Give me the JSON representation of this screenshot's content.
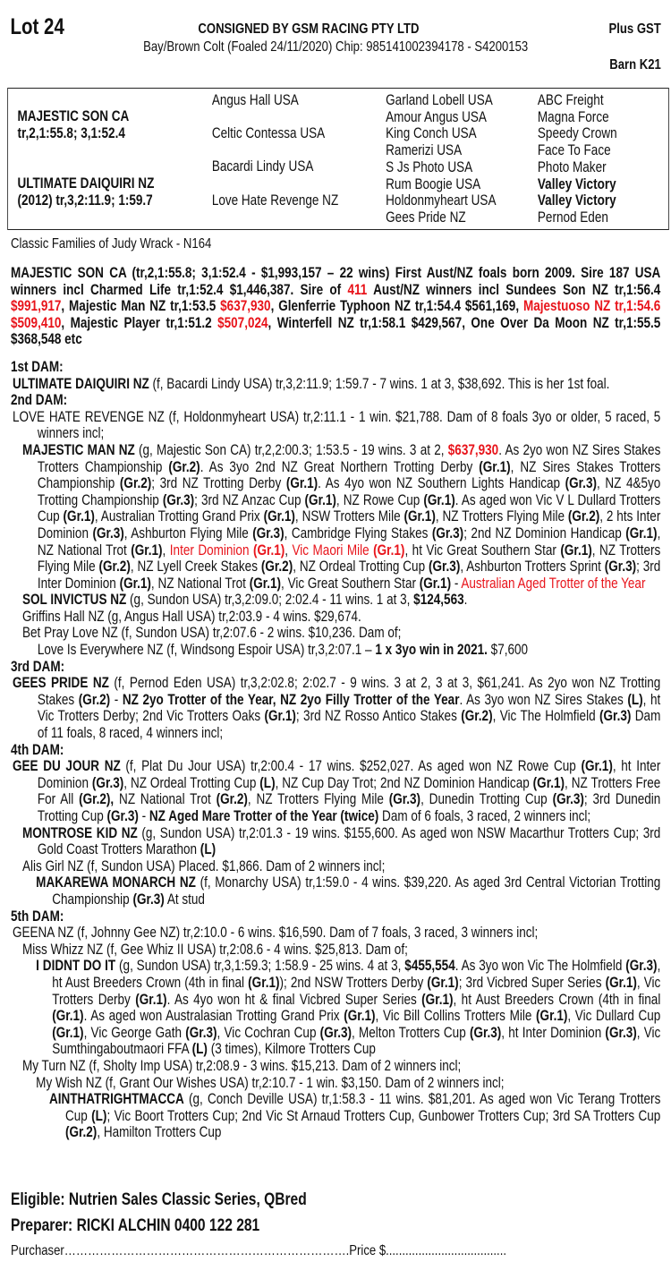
{
  "header": {
    "lot": "Lot 24",
    "consigned": "CONSIGNED BY GSM RACING PTY LTD",
    "plus_gst": "Plus GST",
    "description": "Bay/Brown Colt (Foaled 24/11/2020) Chip: 985141002394178 - S4200153",
    "barn": "Barn K21"
  },
  "pedigree": {
    "sire": "MAJESTIC SON CA",
    "sire_record": "tr,2,1:55.8; 3,1:52.4",
    "dam": "ULTIMATE DAIQUIRI NZ",
    "dam_record": "(2012) tr,3,2:11.9; 1:59.7",
    "grandparents": [
      "Angus Hall USA",
      "Celtic Contessa USA",
      "Bacardi Lindy USA",
      "Love Hate Revenge NZ"
    ],
    "great_grandparents": [
      "Garland Lobell USA",
      "Amour Angus USA",
      "King Conch USA",
      "Ramerizi USA",
      "S Js Photo USA",
      "Rum Boogie USA",
      "Holdonmyheart USA",
      "Gees Pride NZ"
    ],
    "g3_grandparents": [
      "ABC Freight",
      "Magna Force",
      "Speedy Crown",
      "Face To Face",
      "Photo Maker",
      "Valley Victory",
      "Valley Victory",
      "Pernod Eden"
    ]
  },
  "families": "Classic Families of Judy Wrack - N164",
  "sire_paragraph": [
    [
      "MAJESTIC SON CA (tr,2,1:55.8; 3,1:52.4 - $1,993,157 – 22 wins) First Aust/NZ foals born 2009. Sire 187 USA winners incl Charmed Life tr,1:52.4 $1,446,387. Sire of ",
      ""
    ],
    [
      "411",
      "r"
    ],
    [
      " Aust/NZ winners incl Sundees Son NZ tr,1:56.4 ",
      ""
    ],
    [
      "$991,917",
      "r"
    ],
    [
      ", Majestic Man NZ tr,1:53.5 ",
      ""
    ],
    [
      "$637,930",
      "r"
    ],
    [
      ", Glenferrie Typhoon NZ tr,1:54.4 $561,169, ",
      ""
    ],
    [
      "Majestuoso NZ tr,1:54.6 $509,410",
      "r"
    ],
    [
      ", Majestic Player tr,1:51.2 ",
      ""
    ],
    [
      "$507,024",
      "r"
    ],
    [
      ", Winterfell NZ tr,1:58.1 $429,567, One Over Da Moon NZ tr,1:55.5 $368,548 etc",
      ""
    ]
  ],
  "dams": [
    {
      "cls": "h",
      "segs": [
        [
          "1st DAM:",
          ""
        ]
      ]
    },
    {
      "cls": "l1",
      "segs": [
        [
          "ULTIMATE DAIQUIRI NZ",
          "b"
        ],
        [
          " (f, Bacardi Lindy USA) tr,3,2:11.9; 1:59.7 - 7 wins. 1 at 3, $38,692. This is her 1st foal.",
          ""
        ]
      ]
    },
    {
      "cls": "h",
      "segs": [
        [
          "2nd DAM:",
          ""
        ]
      ]
    },
    {
      "cls": "l1",
      "segs": [
        [
          "LOVE HATE REVENGE NZ (f, Holdonmyheart USA) tr,2:11.1 - 1 win. $21,788. Dam of 8 foals 3yo or older, 5 raced, 5 winners incl;",
          ""
        ]
      ]
    },
    {
      "cls": "l2",
      "segs": [
        [
          "MAJESTIC MAN NZ",
          "b"
        ],
        [
          " (g, Majestic Son CA) tr,2,2:00.3; 1:53.5 - 19 wins. 3 at 2, ",
          ""
        ],
        [
          "$637,930",
          "rb"
        ],
        [
          ". As 2yo won NZ Sires Stakes Trotters Championship ",
          ""
        ],
        [
          "(Gr.2)",
          "b"
        ],
        [
          ". As 3yo 2nd NZ Great Northern Trotting Derby ",
          ""
        ],
        [
          "(Gr.1)",
          "b"
        ],
        [
          ", NZ Sires Stakes Trotters Championship ",
          ""
        ],
        [
          "(Gr.2)",
          "b"
        ],
        [
          "; 3rd NZ Trotting Derby ",
          ""
        ],
        [
          "(Gr.1)",
          "b"
        ],
        [
          ". As 4yo won NZ Southern Lights Handicap ",
          ""
        ],
        [
          "(Gr.3)",
          "b"
        ],
        [
          ", NZ 4&5yo Trotting Championship ",
          ""
        ],
        [
          "(Gr.3)",
          "b"
        ],
        [
          "; 3rd NZ Anzac Cup ",
          ""
        ],
        [
          "(Gr.1)",
          "b"
        ],
        [
          ", NZ Rowe Cup ",
          ""
        ],
        [
          "(Gr.1)",
          "b"
        ],
        [
          ". As aged won Vic V L Dullard Trotters Cup ",
          ""
        ],
        [
          "(Gr.1)",
          "b"
        ],
        [
          ", Australian Trotting Grand Prix ",
          ""
        ],
        [
          "(Gr.1)",
          "b"
        ],
        [
          ", NSW Trotters Mile ",
          ""
        ],
        [
          "(Gr.1)",
          "b"
        ],
        [
          ", NZ Trotters Flying Mile ",
          ""
        ],
        [
          "(Gr.2)",
          "b"
        ],
        [
          ", 2 hts Inter Dominion ",
          ""
        ],
        [
          "(Gr.3)",
          "b"
        ],
        [
          ", Ashburton Flying Mile ",
          ""
        ],
        [
          "(Gr.3)",
          "b"
        ],
        [
          ", Cambridge Flying Stakes ",
          ""
        ],
        [
          "(Gr.3)",
          "b"
        ],
        [
          "; 2nd NZ Dominion Handicap ",
          ""
        ],
        [
          "(Gr.1)",
          "b"
        ],
        [
          ", NZ National Trot ",
          ""
        ],
        [
          "(Gr.1)",
          "b"
        ],
        [
          ", ",
          ""
        ],
        [
          "Inter Dominion ",
          "r"
        ],
        [
          "(Gr.1)",
          "rb"
        ],
        [
          ", ",
          ""
        ],
        [
          "Vic Maori Mile ",
          "r"
        ],
        [
          "(Gr.1)",
          "rb"
        ],
        [
          ", ht Vic Great Southern Star ",
          ""
        ],
        [
          "(Gr.1)",
          "b"
        ],
        [
          ", NZ Trotters Flying Mile ",
          ""
        ],
        [
          "(Gr.2)",
          "b"
        ],
        [
          ", NZ Lyell Creek Stakes ",
          ""
        ],
        [
          "(Gr.2)",
          "b"
        ],
        [
          ", NZ Ordeal Trotting Cup ",
          ""
        ],
        [
          "(Gr.3)",
          "b"
        ],
        [
          ", Ashburton Trotters Sprint ",
          ""
        ],
        [
          "(Gr.3)",
          "b"
        ],
        [
          "; 3rd Inter Dominion ",
          ""
        ],
        [
          "(Gr.1)",
          "b"
        ],
        [
          ", NZ National Trot ",
          ""
        ],
        [
          "(Gr.1)",
          "b"
        ],
        [
          ", Vic Great Southern Star ",
          ""
        ],
        [
          "(Gr.1)",
          "b"
        ],
        [
          " - ",
          ""
        ],
        [
          "Australian Aged Trotter of the Year",
          "r"
        ]
      ]
    },
    {
      "cls": "l2",
      "segs": [
        [
          "SOL INVICTUS NZ",
          "b"
        ],
        [
          " (g, Sundon USA) tr,3,2:09.0; 2:02.4 - 11 wins. 1 at 3, ",
          ""
        ],
        [
          "$124,563",
          "b"
        ],
        [
          ".",
          ""
        ]
      ]
    },
    {
      "cls": "l2",
      "segs": [
        [
          "Griffins Hall NZ (g, Angus Hall USA) tr,2:03.9 - 4 wins. $29,674.",
          ""
        ]
      ]
    },
    {
      "cls": "l2",
      "segs": [
        [
          "Bet Pray Love NZ (f, Sundon USA) tr,2:07.6 - 2 wins. $10,236. Dam of;",
          ""
        ]
      ]
    },
    {
      "cls": "l2x",
      "segs": [
        [
          "Love Is Everywhere NZ (f, Windsong Espoir USA) tr,3,2:07.1 – ",
          ""
        ],
        [
          "1 x 3yo win in 2021.",
          "b"
        ],
        [
          " $7,600",
          ""
        ]
      ]
    },
    {
      "cls": "h",
      "segs": [
        [
          "3rd DAM:",
          ""
        ]
      ]
    },
    {
      "cls": "l1",
      "segs": [
        [
          "GEES PRIDE NZ",
          "b"
        ],
        [
          " (f, Pernod Eden USA) tr,3,2:02.8; 2:02.7 - 9 wins. 3 at 2, 3 at 3, $61,241. As 2yo won NZ Trotting Stakes ",
          ""
        ],
        [
          "(Gr.2)",
          "b"
        ],
        [
          " - ",
          ""
        ],
        [
          "NZ 2yo Trotter of the Year, NZ 2yo Filly Trotter of the Year",
          "b"
        ],
        [
          ". As 3yo won NZ Sires Stakes ",
          ""
        ],
        [
          "(L)",
          "b"
        ],
        [
          ", ht Vic Trotters Derby; 2nd Vic Trotters Oaks ",
          ""
        ],
        [
          "(Gr.1)",
          "b"
        ],
        [
          "; 3rd NZ Rosso Antico Stakes ",
          ""
        ],
        [
          "(Gr.2)",
          "b"
        ],
        [
          ", Vic The Holmfield ",
          ""
        ],
        [
          "(Gr.3)",
          "b"
        ],
        [
          " Dam of 11 foals, 8 raced, 4 winners incl;",
          ""
        ]
      ]
    },
    {
      "cls": "h",
      "segs": [
        [
          "4th DAM:",
          ""
        ]
      ]
    },
    {
      "cls": "l1",
      "segs": [
        [
          "GEE DU JOUR NZ",
          "b"
        ],
        [
          " (f, Plat Du Jour USA) tr,2:00.4 - 17 wins. $252,027. As aged won NZ Rowe Cup ",
          ""
        ],
        [
          "(Gr.1)",
          "b"
        ],
        [
          ", ht Inter Dominion ",
          ""
        ],
        [
          "(Gr.3)",
          "b"
        ],
        [
          ", NZ Ordeal Trotting Cup ",
          ""
        ],
        [
          "(L)",
          "b"
        ],
        [
          ", NZ Cup Day Trot; 2nd NZ Dominion Handicap ",
          ""
        ],
        [
          "(Gr.1)",
          "b"
        ],
        [
          ", NZ Trotters Free For All ",
          ""
        ],
        [
          "(Gr.2),",
          "b"
        ],
        [
          " NZ National Trot ",
          ""
        ],
        [
          "(Gr.2)",
          "b"
        ],
        [
          ", NZ Trotters Flying Mile ",
          ""
        ],
        [
          "(Gr.3)",
          "b"
        ],
        [
          ", Dunedin Trotting Cup ",
          ""
        ],
        [
          "(Gr.3)",
          "b"
        ],
        [
          "; 3rd Dunedin Trotting Cup ",
          ""
        ],
        [
          "(Gr.3)",
          "b"
        ],
        [
          " - ",
          ""
        ],
        [
          "NZ Aged Mare Trotter of the Year (twice)",
          "b"
        ],
        [
          " Dam of 6 foals, 3 raced, 2 winners incl;",
          ""
        ]
      ]
    },
    {
      "cls": "l2",
      "segs": [
        [
          "MONTROSE KID NZ",
          "b"
        ],
        [
          " (g, Sundon USA) tr,2:01.3 - 19 wins. $155,600. As aged won NSW Macarthur Trotters Cup; 3rd Gold Coast Trotters Marathon ",
          ""
        ],
        [
          "(L)",
          "b"
        ]
      ]
    },
    {
      "cls": "l2",
      "segs": [
        [
          "Alis Girl NZ (f, Sundon USA) Placed. $1,866. Dam of 2 winners incl;",
          ""
        ]
      ]
    },
    {
      "cls": "l3",
      "segs": [
        [
          "MAKAREWA MONARCH NZ",
          "b"
        ],
        [
          " (f, Monarchy USA) tr,1:59.0 - 4 wins. $39,220. As aged 3rd Central Victorian Trotting Championship ",
          ""
        ],
        [
          "(Gr.3)",
          "b"
        ],
        [
          " At stud",
          ""
        ]
      ]
    },
    {
      "cls": "h",
      "segs": [
        [
          "5th DAM:",
          ""
        ]
      ]
    },
    {
      "cls": "l1",
      "segs": [
        [
          "GEENA NZ (f, Johnny Gee NZ) tr,2:10.0 - 6 wins. $16,590. Dam of 7 foals, 3 raced, 3 winners incl;",
          ""
        ]
      ]
    },
    {
      "cls": "l2",
      "segs": [
        [
          "Miss Whizz NZ (f, Gee Whiz II USA) tr,2:08.6 - 4 wins. $25,813. Dam of;",
          ""
        ]
      ]
    },
    {
      "cls": "l3",
      "segs": [
        [
          "I DIDNT DO IT",
          "b"
        ],
        [
          " (g, Sundon USA) tr,3,1:59.3; 1:58.9 - 25 wins. 4 at 3, ",
          ""
        ],
        [
          "$455,554",
          "b"
        ],
        [
          ". As 3yo won Vic The Holmfield ",
          ""
        ],
        [
          "(Gr.3)",
          "b"
        ],
        [
          ", ht Aust Breeders Crown (4th in final ",
          ""
        ],
        [
          "(Gr.1)",
          "b"
        ],
        [
          "); 2nd NSW Trotters Derby ",
          ""
        ],
        [
          "(Gr.1)",
          "b"
        ],
        [
          "; 3rd Vicbred Super Series ",
          ""
        ],
        [
          "(Gr.1)",
          "b"
        ],
        [
          ", Vic Trotters Derby ",
          ""
        ],
        [
          "(Gr.1)",
          "b"
        ],
        [
          ". As 4yo won ht & final Vicbred Super Series ",
          ""
        ],
        [
          "(Gr.1)",
          "b"
        ],
        [
          ", ht Aust Breeders Crown (4th in final ",
          ""
        ],
        [
          "(Gr.1)",
          "b"
        ],
        [
          ". As aged won Australasian Trotting Grand Prix ",
          ""
        ],
        [
          "(Gr.1)",
          "b"
        ],
        [
          ", Vic Bill Collins Trotters Mile ",
          ""
        ],
        [
          "(Gr.1)",
          "b"
        ],
        [
          ", Vic Dullard Cup ",
          ""
        ],
        [
          "(Gr.1)",
          "b"
        ],
        [
          ", Vic George Gath ",
          ""
        ],
        [
          "(Gr.3)",
          "b"
        ],
        [
          ", Vic Cochran Cup ",
          ""
        ],
        [
          "(Gr.3)",
          "b"
        ],
        [
          ", Melton Trotters Cup ",
          ""
        ],
        [
          "(Gr.3)",
          "b"
        ],
        [
          ", ht Inter Dominion ",
          ""
        ],
        [
          "(Gr.3)",
          "b"
        ],
        [
          ", Vic Sumthingaboutmaori FFA ",
          ""
        ],
        [
          "(L)",
          "b"
        ],
        [
          " (3 times), Kilmore Trotters Cup",
          ""
        ]
      ]
    },
    {
      "cls": "l2",
      "segs": [
        [
          "My Turn NZ (f, Sholty Imp USA) tr,2:08.9 - 3 wins. $15,213. Dam of 2 winners incl;",
          ""
        ]
      ]
    },
    {
      "cls": "l3s",
      "segs": [
        [
          "My Wish NZ (f, Grant Our Wishes USA) tr,2:10.7 - 1 win. $3,150. Dam of 2 winners incl;",
          ""
        ]
      ]
    },
    {
      "cls": "l4",
      "segs": [
        [
          "AINTHATRIGHTMACCA",
          "b"
        ],
        [
          " (g, Conch Deville USA) tr,1:58.3 - 11 wins. $81,201. As aged won Vic Terang Trotters Cup ",
          ""
        ],
        [
          "(L)",
          "b"
        ],
        [
          "; Vic Boort Trotters Cup; 2nd Vic St Arnaud Trotters Cup, Gunbower Trotters Cup; 3rd SA Trotters Cup ",
          ""
        ],
        [
          "(Gr.2)",
          "b"
        ],
        [
          ", Hamilton Trotters Cup",
          ""
        ]
      ]
    }
  ],
  "footer": {
    "eligible": "Eligible: Nutrien Sales Classic Series, QBred",
    "preparer": "Preparer: RICKI ALCHIN 0400 122 281",
    "purchaser": "Purchaser……………………………………………………………….Price $.....................................",
    "colors": {
      "accent_red": "#e8141b"
    }
  }
}
